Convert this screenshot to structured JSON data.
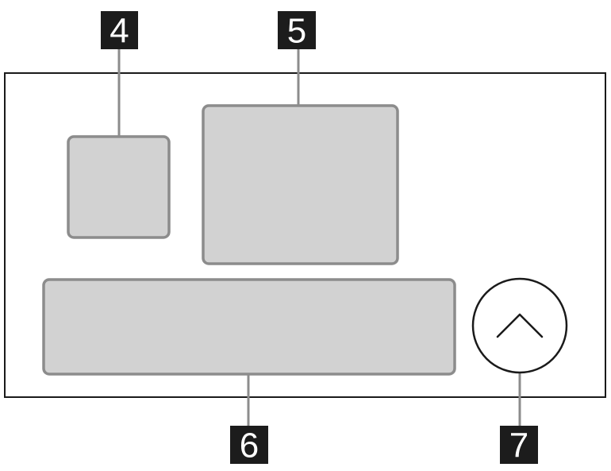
{
  "callouts": [
    {
      "id": "4",
      "label": "4"
    },
    {
      "id": "5",
      "label": "5"
    },
    {
      "id": "6",
      "label": "6"
    },
    {
      "id": "7",
      "label": "7"
    }
  ],
  "icons": {
    "scroll_up": "chevron-up-icon"
  }
}
